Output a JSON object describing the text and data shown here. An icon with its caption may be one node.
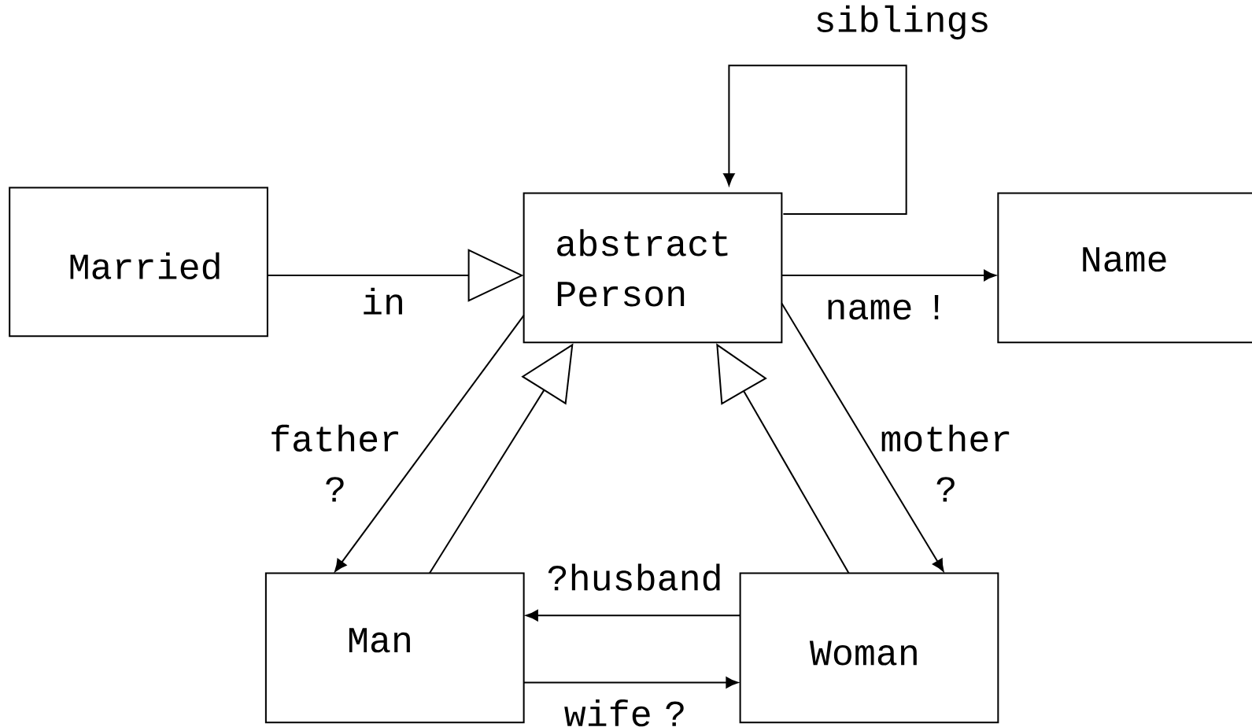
{
  "diagram": {
    "nodes": [
      {
        "text": [
          "Married"
        ]
      },
      {
        "text": [
          "abstract Person"
        ]
      },
      {
        "text": [
          "Name"
        ]
      },
      {
        "text": [
          "Man"
        ]
      },
      {
        "text": [
          "Woman"
        ]
      }
    ],
    "edges": [
      {
        "from": 0,
        "to": 1,
        "arrow": "to",
        "label": "in"
      },
      {
        "from": 1,
        "to": 1,
        "arrow": "to",
        "label": "siblings"
      },
      {
        "from": 1,
        "to": 2,
        "arrow": "to",
        "label": "name !"
      },
      {
        "from": 1,
        "to": 3,
        "arrow": "to",
        "label": "father ?"
      },
      {
        "from": 3,
        "to": 1,
        "arrow": "to"
      },
      {
        "from": 4,
        "to": 1,
        "arrow": "to"
      },
      {
        "from": 1,
        "to": 4,
        "arrow": "to",
        "label": "mother ?"
      },
      {
        "from": 4,
        "to": 3,
        "arrow": "to",
        "label": "?husband"
      },
      {
        "from": 3,
        "to": 4,
        "arrow": "to",
        "label": "wife ?"
      }
    ]
  }
}
